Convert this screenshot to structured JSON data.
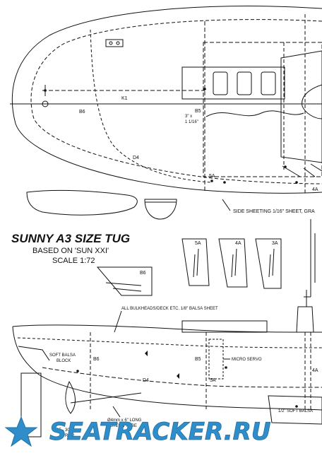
{
  "title": "SUNNY A3 SIZE TUG",
  "subtitle": "BASED ON 'SUN XXI'",
  "scale": "SCALE 1:72",
  "labels": {
    "k1": "K1",
    "b6_top": "B6",
    "b5_top": "B5",
    "size_top_1": "3\" x",
    "size_top_2": "1 1/16\"",
    "d4_top": "D4",
    "a5_top": "5A",
    "a4_top": "4A",
    "side_sheeting": "SIDE SHEETING 1/16\" SHEET, GRA",
    "part_5a": "5A",
    "part_4a": "4A",
    "part_3a": "3A",
    "part_b6": "B6",
    "bulkheads_note": "ALL BULKHEADS/DECK ETC. 1/8\" BALSA SHEET",
    "soft_balsa_1": "SOFT BALSA",
    "soft_balsa_2": "BLOCK",
    "b6_bottom": "B6",
    "b5_bottom": "B5",
    "micro_servo": "MICRO SERVO",
    "d4_bottom": "D4",
    "a5_bottom": "5A",
    "a4_bottom": "4A",
    "stern_tube_1": "Ø4mm x 6\" LONG",
    "stern_tube_2": "STERN TUBE",
    "prop_1": "25 - 30mm",
    "prop_2": "PROP",
    "soft_balsa_right": "1/2\" SOFT BALSA"
  },
  "watermark": "SEATRACKER.RU",
  "colors": {
    "line": "#111111",
    "watermark": "#2f8ec9"
  }
}
